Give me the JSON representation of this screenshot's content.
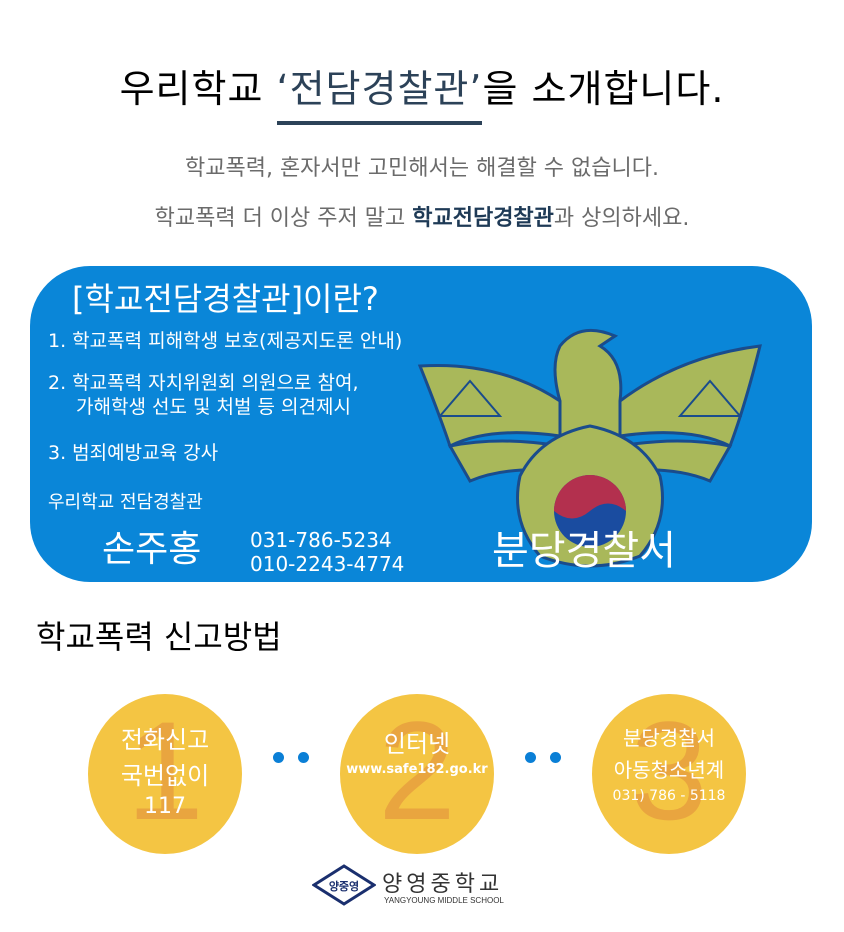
{
  "header": {
    "title_prefix": "우리학교 ",
    "title_highlight": "‘전담경찰관’",
    "title_suffix": "을 소개합니다."
  },
  "intro": {
    "line1": "학교폭력, 혼자서만 고민해서는 해결할 수 없습니다.",
    "line2_prefix": "학교폭력 더 이상 주저 말고 ",
    "line2_emphasis": "학교전담경찰관",
    "line2_suffix": "과 상의하세요."
  },
  "info_panel": {
    "title": "[학교전담경찰관]이란?",
    "items": [
      "1. 학교폭력 피해학생 보호(제공지도론 안내)",
      "2. 학교폭력 자치위원회 의원으로 참여,",
      "   가해학생 선도 및 처벌 등 의견제시",
      "3. 범죄예방교육 강사"
    ],
    "officer_label": "우리학교 전담경찰관",
    "officer_name": "손주홍",
    "phone_office": "031-786-5234",
    "phone_mobile": "010-2243-4774",
    "station": "분당경찰서",
    "colors": {
      "panel_bg": "#0a86d8",
      "emblem_gold": "#a9b85a",
      "emblem_outline": "#1a4c8c"
    }
  },
  "report": {
    "title": "학교폭력 신고방법",
    "methods": [
      {
        "number": "1",
        "line1": "전화신고",
        "line2": "국번없이",
        "line3": "117"
      },
      {
        "number": "2",
        "line1": "인터넷",
        "line2": "www.safe182.go.kr"
      },
      {
        "number": "3",
        "line1": "분당경찰서",
        "line2": "아동청소년계",
        "line3": "031) 786 - 5118"
      }
    ],
    "colors": {
      "circle": "#f4c543",
      "number": "#e9a53f",
      "dot": "#0a7fd6"
    }
  },
  "footer": {
    "badge_text": "양중영",
    "school_name": "양영중학교",
    "school_name_en": "YANGYOUNG MIDDLE SCHOOL"
  }
}
